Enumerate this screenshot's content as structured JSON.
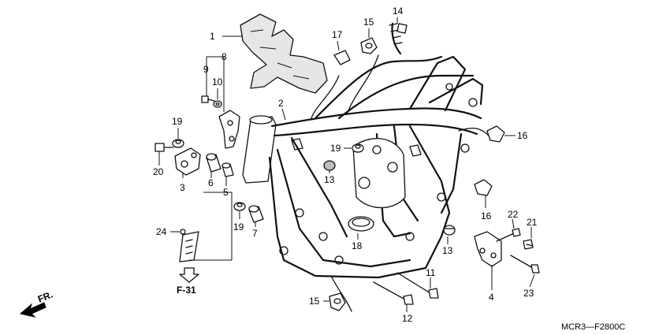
{
  "diagram": {
    "callouts": {
      "c1": "1",
      "c2": "2",
      "c3": "3",
      "c4": "4",
      "c5": "5",
      "c6": "6",
      "c7": "7",
      "c8": "8",
      "c9": "9",
      "c10": "10",
      "c11": "11",
      "c12": "12",
      "c13a": "13",
      "c13b": "13",
      "c14": "14",
      "c15a": "15",
      "c15b": "15",
      "c16a": "16",
      "c16b": "16",
      "c17": "17",
      "c19a": "19",
      "c19b": "19",
      "c19c": "19",
      "c20": "20",
      "c21": "21",
      "c22": "22",
      "c23": "23",
      "c24": "24"
    },
    "reference": "F-31",
    "direction": "FR.",
    "drawing_code": "MCR3—F2800C"
  }
}
